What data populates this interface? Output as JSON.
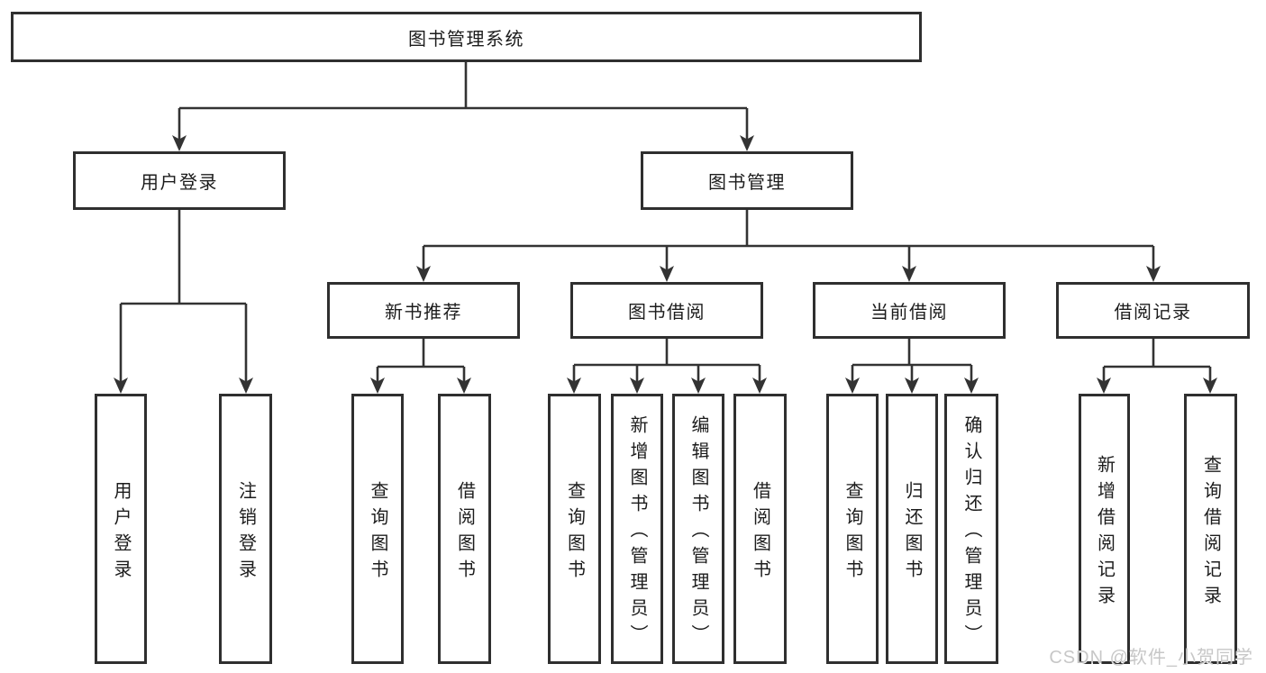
{
  "diagram": {
    "tree": {
      "label": "图书管理系统",
      "children": [
        {
          "label": "用户登录",
          "children": [
            {
              "label": "用户登录"
            },
            {
              "label": "注销登录"
            }
          ]
        },
        {
          "label": "图书管理",
          "children": [
            {
              "label": "新书推荐",
              "children": [
                {
                  "label": "查询图书"
                },
                {
                  "label": "借阅图书"
                }
              ]
            },
            {
              "label": "图书借阅",
              "children": [
                {
                  "label": "查询图书"
                },
                {
                  "label": "新增图书（管理员）"
                },
                {
                  "label": "编辑图书（管理员）"
                },
                {
                  "label": "借阅图书"
                }
              ]
            },
            {
              "label": "当前借阅",
              "children": [
                {
                  "label": "查询图书"
                },
                {
                  "label": "归还图书"
                },
                {
                  "label": "确认归还（管理员）"
                }
              ]
            },
            {
              "label": "借阅记录",
              "children": [
                {
                  "label": "新增借阅记录"
                },
                {
                  "label": "查询借阅记录"
                }
              ]
            }
          ]
        }
      ]
    },
    "colors": {
      "line": "#333333",
      "border": "#2f2f2f",
      "text": "#1c1c1c",
      "watermark_text": "#c7c7c7",
      "background": "#ffffff"
    }
  },
  "watermark": {
    "text": "CSDN @软件_小贺同学"
  }
}
